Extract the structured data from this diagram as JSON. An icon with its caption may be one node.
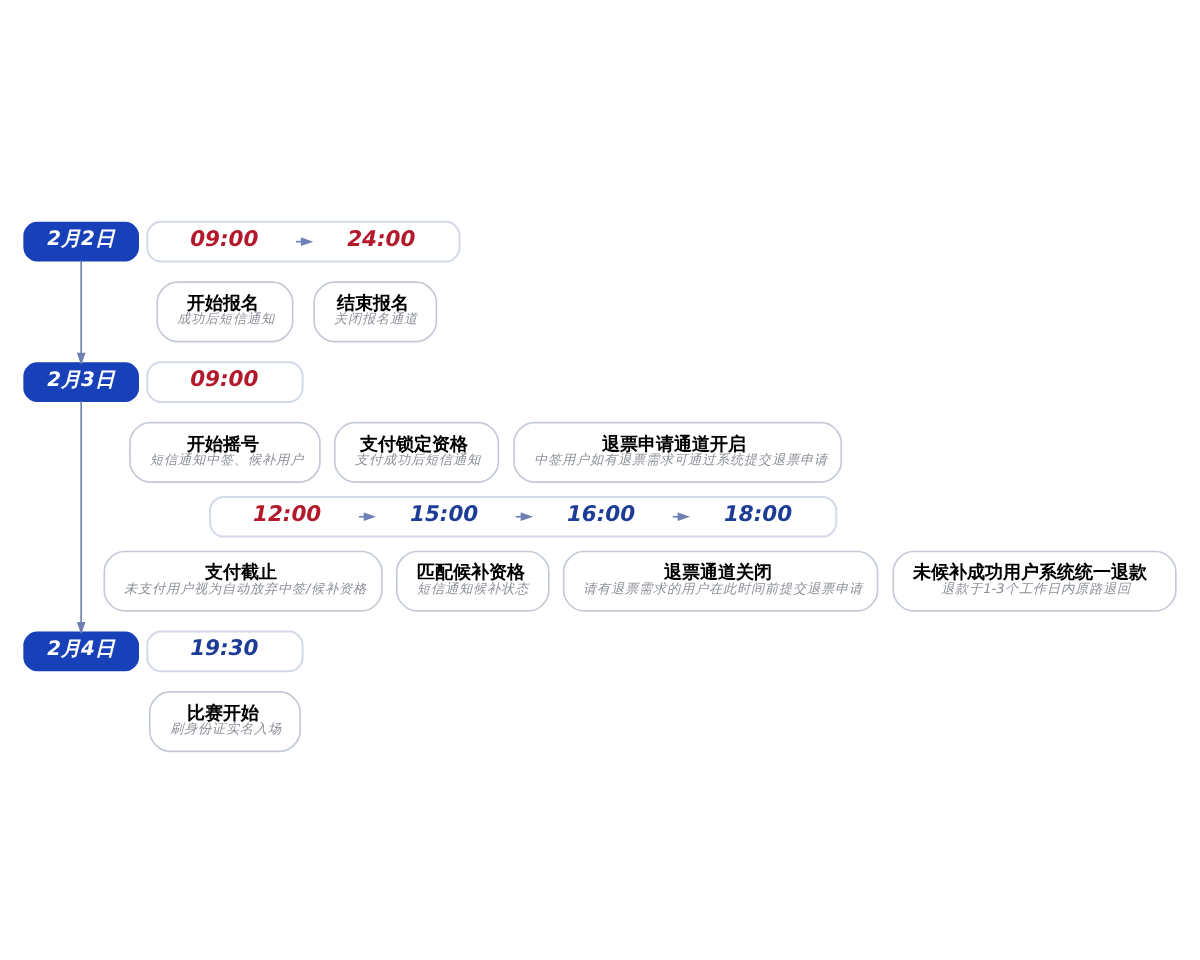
{
  "diagram": {
    "nodes": [
      {
        "text": [
          "2月2日"
        ]
      },
      {
        "text": [],
        "shape": "band"
      },
      {
        "text": [
          "09:00"
        ],
        "in": 1
      },
      {
        "text": [
          "24:00"
        ],
        "in": 1
      },
      {
        "text": [
          "开始报名",
          "成功后短信通知"
        ]
      },
      {
        "text": [
          "结束报名",
          "关闭报名通道"
        ]
      },
      {
        "text": [
          "2月3日"
        ]
      },
      {
        "text": [],
        "shape": "band"
      },
      {
        "text": [
          "09:00"
        ],
        "in": 7
      },
      {
        "text": [
          "开始摇号",
          "短信通知中签、候补用户"
        ]
      },
      {
        "text": [
          "支付锁定资格",
          "支付成功后短信通知"
        ]
      },
      {
        "text": [
          "退票申请通道开启",
          "中签用户如有退票需求可通过系统提交退票申请"
        ]
      },
      {
        "text": [],
        "shape": "band"
      },
      {
        "text": [
          "12:00"
        ],
        "in": 12
      },
      {
        "text": [
          "15:00"
        ],
        "in": 12
      },
      {
        "text": [
          "16:00"
        ],
        "in": 12
      },
      {
        "text": [
          "18:00"
        ],
        "in": 12
      },
      {
        "text": [
          "支付截止",
          "未支付用户视为自动放弃中签/候补资格"
        ]
      },
      {
        "text": [
          "匹配候补资格",
          "短信通知候补状态"
        ]
      },
      {
        "text": [
          "退票通道关闭",
          "请有退票需求的用户在此时间前提交退票申请"
        ]
      },
      {
        "text": [
          "未候补成功用户系统统一退款",
          "退款于1-3个工作日内原路退回"
        ]
      },
      {
        "text": [
          "2月4日"
        ]
      },
      {
        "text": [],
        "shape": "band"
      },
      {
        "text": [
          "19:30"
        ],
        "in": 22
      },
      {
        "text": [
          "比赛开始",
          "刷身份证实名入场"
        ]
      }
    ],
    "edges": [
      {
        "from": 0,
        "to": 6,
        "arrow": "to"
      },
      {
        "from": 6,
        "to": 21,
        "arrow": "to"
      },
      {
        "from": 2,
        "to": 3,
        "arrow": "to"
      },
      {
        "from": 13,
        "to": 14,
        "arrow": "to"
      },
      {
        "from": 14,
        "to": 15,
        "arrow": "to"
      },
      {
        "from": 15,
        "to": 16,
        "arrow": "to"
      }
    ]
  }
}
